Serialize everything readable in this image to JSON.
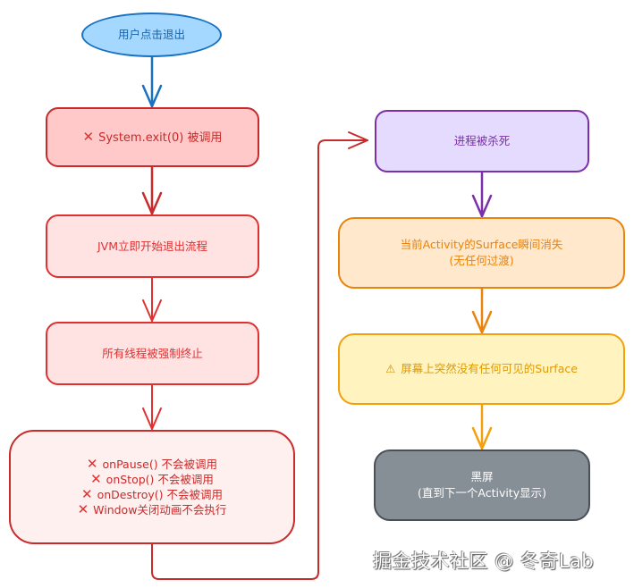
{
  "diagram": {
    "colors": {
      "blue": "#1971c2",
      "red": "#c92a2a",
      "red_light": "#e03131",
      "purple": "#7b2fa8",
      "orange": "#e8830c",
      "yellow": "#f2a10c",
      "gray": "#495057"
    },
    "nodes": {
      "start": {
        "shape": "ellipse",
        "label": "用户点击退出"
      },
      "exit_called": {
        "icon": "cross-mark-icon",
        "icon_glyph": "✕",
        "label": "System.exit(0) 被调用"
      },
      "jvm_exit": {
        "label": "JVM立即开始退出流程"
      },
      "threads_killed": {
        "label": "所有线程被强制终止"
      },
      "callbacks_skipped": {
        "icon_glyph": "✕",
        "lines": [
          "onPause() 不会被调用",
          "onStop() 不会被调用",
          "onDestroy() 不会被调用",
          "Window关闭动画不会执行"
        ]
      },
      "process_killed": {
        "label": "进程被杀死"
      },
      "surface_gone": {
        "lines": [
          "当前Activity的Surface瞬间消失",
          "(无任何过渡)"
        ]
      },
      "no_surface": {
        "icon": "warning-icon",
        "icon_glyph": "⚠",
        "label": "屏幕上突然没有任何可见的Surface"
      },
      "black_screen": {
        "lines": [
          "黑屏",
          "(直到下一个Activity显示)"
        ]
      }
    },
    "edges": [
      {
        "from": "start",
        "to": "exit_called"
      },
      {
        "from": "exit_called",
        "to": "jvm_exit"
      },
      {
        "from": "jvm_exit",
        "to": "threads_killed"
      },
      {
        "from": "threads_killed",
        "to": "callbacks_skipped"
      },
      {
        "from": "callbacks_skipped",
        "to": "process_killed"
      },
      {
        "from": "process_killed",
        "to": "surface_gone"
      },
      {
        "from": "surface_gone",
        "to": "no_surface"
      },
      {
        "from": "no_surface",
        "to": "black_screen"
      }
    ]
  },
  "watermark": "掘金技术社区 @ 冬奇Lab"
}
